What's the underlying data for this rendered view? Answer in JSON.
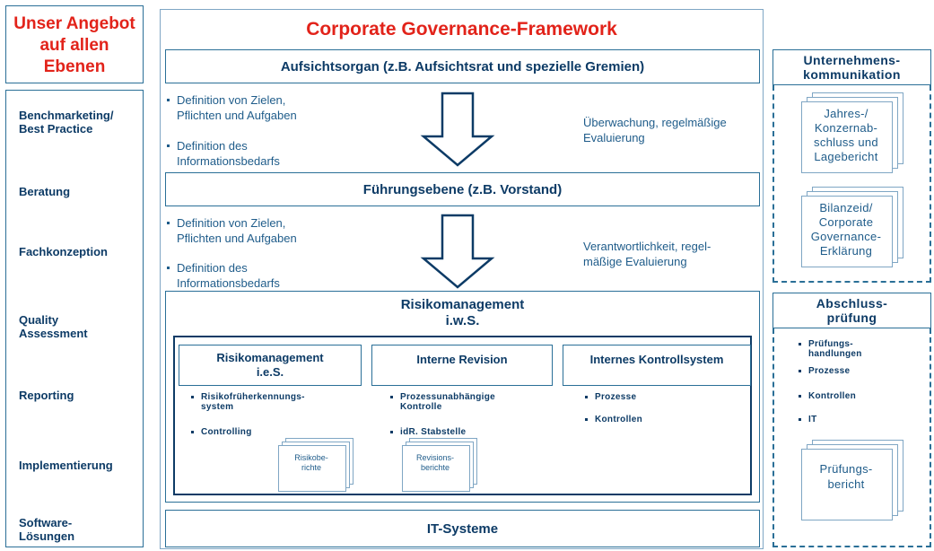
{
  "offer": {
    "heading": [
      "Unser Angebot",
      "auf allen",
      "Ebenen"
    ],
    "items": [
      "Benchmarketing/",
      "Best Practice",
      "Beratung",
      "Fachkonzeption",
      "Quality",
      "Assessment",
      "Reporting",
      "Implementierung",
      "Software-",
      "Lösungen"
    ]
  },
  "framework": {
    "title": "Corporate Governance-Framework",
    "supervisory_board": "Aufsichtsorgan (z.B. Aufsichtsrat und spezielle Gremien)",
    "management": "Führungsebene (z.B. Vorstand)",
    "arrow1": {
      "left": [
        "Definition von Zielen,",
        "Pflichten und Aufgaben",
        "Definition des",
        "Informationsbedarfs"
      ],
      "right": [
        "Überwachung, regelmäßige",
        "Evaluierung"
      ]
    },
    "arrow2": {
      "left": [
        "Definition von Zielen,",
        "Pflichten und Aufgaben",
        "Definition des",
        "Informationsbedarfs"
      ],
      "right": [
        "Verantwortlichkeit, regel-",
        "mäßige Evaluierung"
      ]
    },
    "risk_management": {
      "title": [
        "Risikomanagement",
        "i.w.S."
      ],
      "columns": [
        {
          "title": [
            "Risikomanagement",
            "i.e.S."
          ],
          "bullets": [
            "Risikofrüherkennungs-",
            "system",
            "Controlling"
          ],
          "doc": [
            "Risikobe-",
            "richte"
          ]
        },
        {
          "title": [
            "Interne Revision"
          ],
          "bullets": [
            "Prozessunabhängige",
            "Kontrolle",
            "idR. Stabstelle"
          ],
          "doc": [
            "Revisions-",
            "berichte"
          ]
        },
        {
          "title": [
            "Internes Kontrollsystem"
          ],
          "bullets": [
            "Prozesse",
            "Kontrollen"
          ]
        }
      ]
    },
    "it_systems": "IT-Systeme"
  },
  "communication": {
    "title": [
      "Unternehmens-",
      "kommunikation"
    ],
    "doc1": [
      "Jahres-/",
      "Konzernab-",
      "schluss und",
      "Lagebericht"
    ],
    "doc2": [
      "Bilanzeid/",
      "Corporate",
      "Governance-",
      "Erklärung"
    ]
  },
  "audit": {
    "title": [
      "Abschluss-",
      "prüfung"
    ],
    "bullets": [
      "Prüfungs-",
      "handlungen",
      "Prozesse",
      "Kontrollen",
      "IT"
    ],
    "doc": [
      "Prüfungs-",
      "bericht"
    ]
  },
  "colors": {
    "accent_red": "#e2231a",
    "navy": "#0d3b66",
    "border_blue": "#2a6f97"
  }
}
